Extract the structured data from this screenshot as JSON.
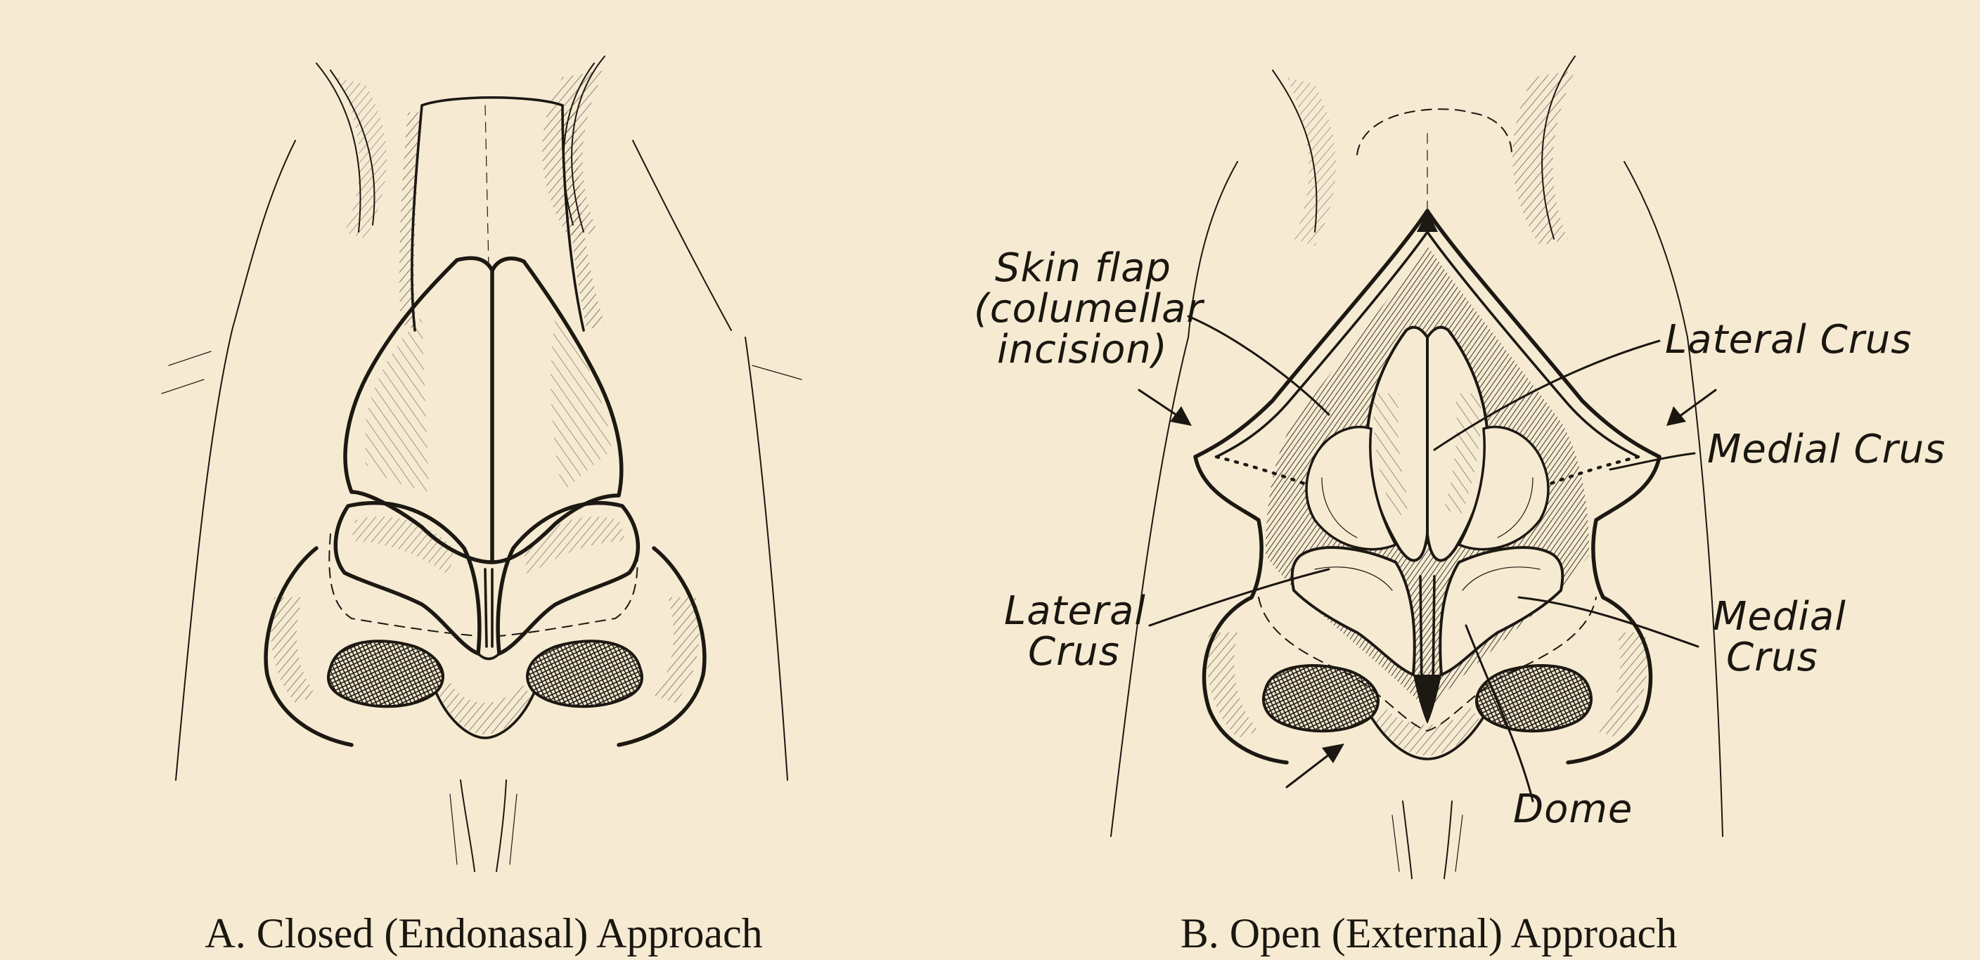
{
  "panels": [
    {
      "id": "A",
      "caption": "A. Closed (Endonasal) Approach"
    },
    {
      "id": "B",
      "caption": "B. Open (External) Approach"
    }
  ],
  "labels": {
    "skin_flap_line1": "Skin flap",
    "skin_flap_line2": "(columellar",
    "skin_flap_line3": "incision)",
    "lateral_crus_right": "Lateral Crus",
    "medial_crus_right": "Medial Crus",
    "lateral_crus_left_line1": "Lateral",
    "lateral_crus_left_line2": "Crus",
    "medial_crus_lower_line1": "Medial",
    "medial_crus_lower_line2": "Crus",
    "dome": "Dome"
  },
  "colors": {
    "paper": "#f6ebd2",
    "ink": "#1c1812"
  }
}
